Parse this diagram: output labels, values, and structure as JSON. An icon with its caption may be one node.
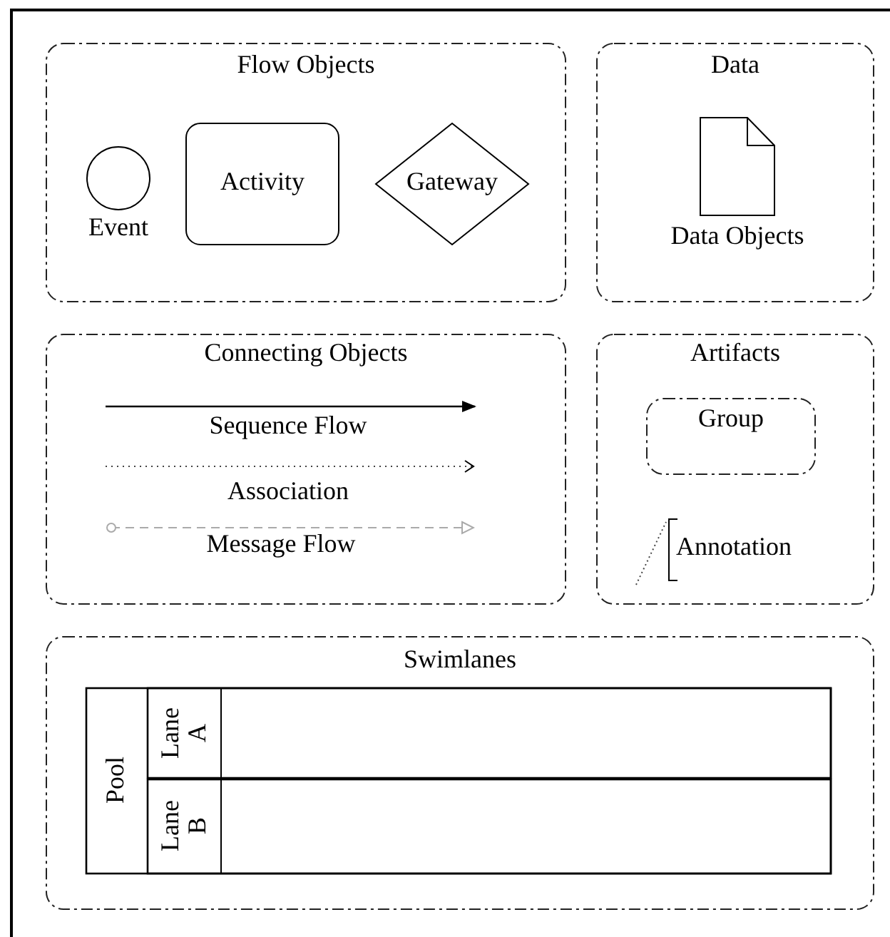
{
  "diagram": {
    "nodes": [
      {
        "text": [
          "Flow Objects"
        ]
      },
      {
        "text": [
          "Event"
        ],
        "in": 0
      },
      {
        "text": [
          "Activity"
        ],
        "in": 0
      },
      {
        "text": [
          "Gateway"
        ],
        "in": 0
      },
      {
        "text": [
          "Data"
        ]
      },
      {
        "text": [
          "Data Objects"
        ],
        "in": 4
      },
      {
        "text": [
          "Connecting Objects",
          "Sequence Flow",
          "Association",
          "Message Flow"
        ]
      },
      {
        "text": [
          "Artifacts"
        ]
      },
      {
        "text": [
          "Group"
        ],
        "in": 7
      },
      {
        "text": [
          "Annotation"
        ],
        "in": 7
      },
      {
        "text": [
          "Swimlanes"
        ]
      },
      {
        "text": [
          "Pool"
        ],
        "in": 10
      },
      {
        "text": [
          "Lane A"
        ],
        "in": 11
      },
      {
        "text": [
          "Lane B"
        ],
        "in": 11
      }
    ]
  }
}
